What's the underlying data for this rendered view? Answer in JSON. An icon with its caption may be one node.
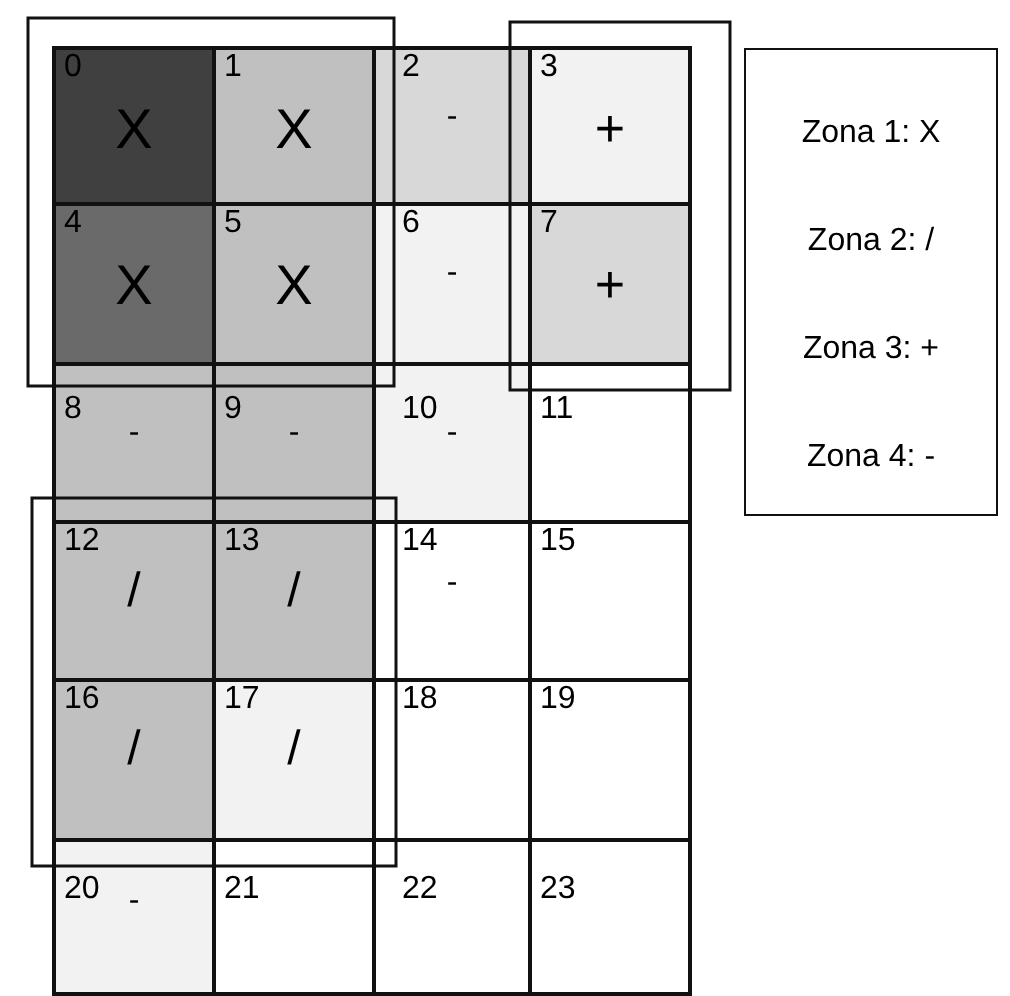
{
  "diagram": {
    "nodes": [
      {
        "text": [
          "0",
          "X"
        ]
      },
      {
        "text": [
          "1",
          "X"
        ]
      },
      {
        "text": [
          "2",
          "-"
        ]
      },
      {
        "text": [
          "3",
          "+"
        ]
      },
      {
        "text": [
          "4",
          "X"
        ]
      },
      {
        "text": [
          "5",
          "X"
        ]
      },
      {
        "text": [
          "6",
          "-"
        ]
      },
      {
        "text": [
          "7",
          "+"
        ]
      },
      {
        "text": [
          "8",
          "-"
        ]
      },
      {
        "text": [
          "9",
          "-"
        ]
      },
      {
        "text": [
          "10",
          "-"
        ]
      },
      {
        "text": [
          "11"
        ]
      },
      {
        "text": [
          "12",
          "/"
        ]
      },
      {
        "text": [
          "13",
          "/"
        ]
      },
      {
        "text": [
          "14",
          "-"
        ]
      },
      {
        "text": [
          "15"
        ]
      },
      {
        "text": [
          "16",
          "/"
        ]
      },
      {
        "text": [
          "17",
          "/"
        ]
      },
      {
        "text": [
          "18"
        ]
      },
      {
        "text": [
          "19"
        ]
      },
      {
        "text": [
          "20",
          "-"
        ]
      },
      {
        "text": [
          "21"
        ]
      },
      {
        "text": [
          "22"
        ]
      },
      {
        "text": [
          "23"
        ]
      }
    ],
    "edges": [],
    "legend": [
      {
        "text": "Zona 1: X"
      },
      {
        "text": "Zona 2: /"
      },
      {
        "text": "Zona 3: +"
      },
      {
        "text": "Zona 4: -"
      }
    ]
  }
}
